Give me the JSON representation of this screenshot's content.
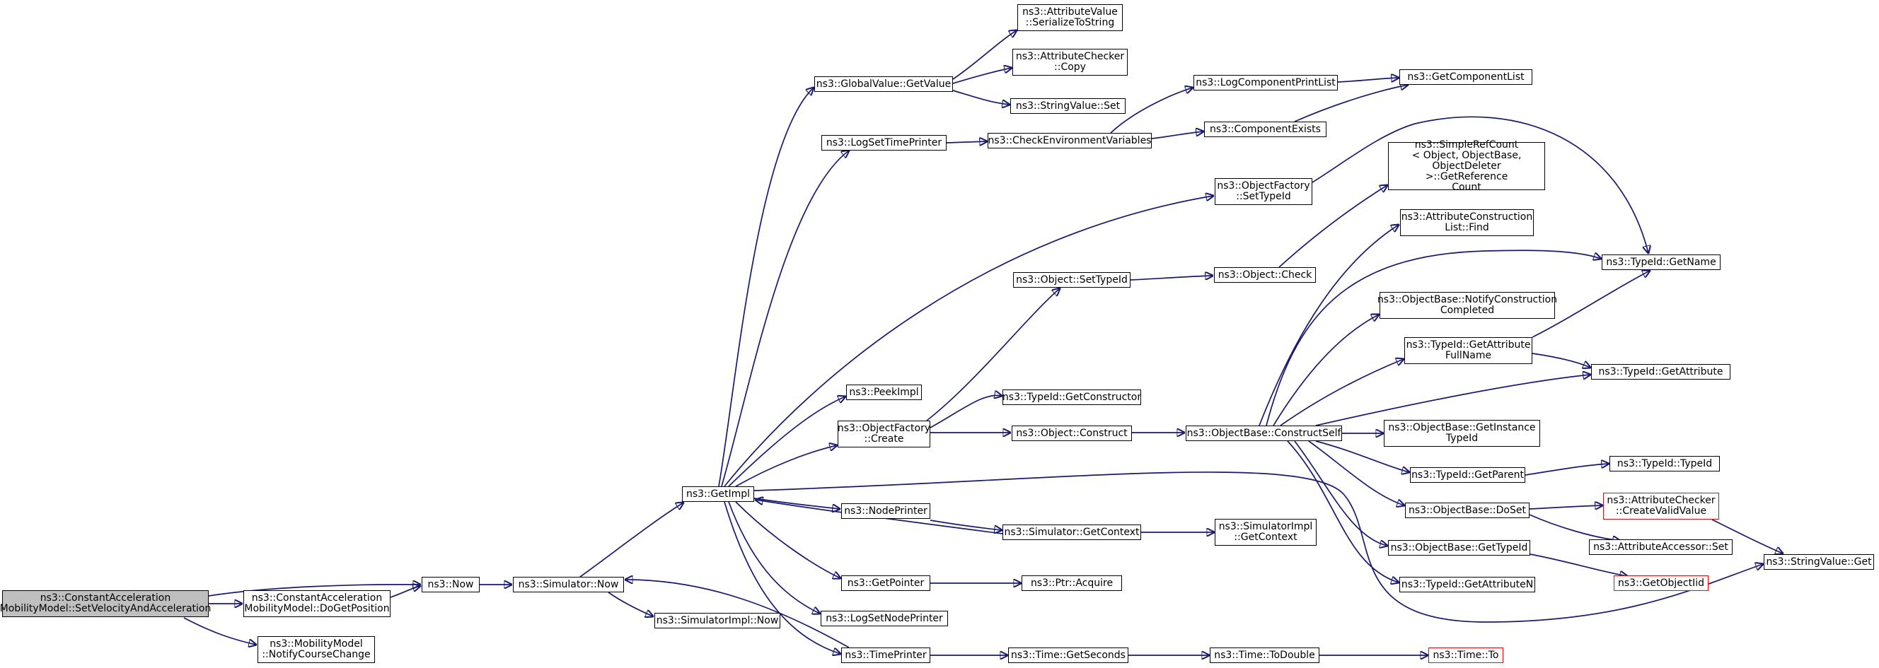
{
  "colors": {
    "edge": "#191970",
    "node_border": "#000000",
    "node_border_unresolved": "#ff0000",
    "root_fill": "#bfbfbf",
    "background": "#ffffff"
  },
  "nodes": {
    "root": "ns3::ConstantAcceleration\nMobilityModel::SetVelocityAndAcceleration",
    "do_get_position": "ns3::ConstantAcceleration\nMobilityModel::DoGetPosition",
    "notify_course_change": "ns3::MobilityModel\n::NotifyCourseChange",
    "now": "ns3::Now",
    "simulator_now": "ns3::Simulator::Now",
    "simulator_impl_now": "ns3::SimulatorImpl::Now",
    "get_impl": "ns3::GetImpl",
    "global_value_get_value": "ns3::GlobalValue::GetValue",
    "attribute_value_serialize": "ns3::AttributeValue\n::SerializeToString",
    "attribute_checker_copy": "ns3::AttributeChecker\n::Copy",
    "string_value_set": "ns3::StringValue::Set",
    "log_set_time_printer": "ns3::LogSetTimePrinter",
    "check_env_vars": "ns3::CheckEnvironmentVariables",
    "log_component_print_list": "ns3::LogComponentPrintList",
    "component_exists": "ns3::ComponentExists",
    "get_component_list": "ns3::GetComponentList",
    "object_factory_set_type_id": "ns3::ObjectFactory\n::SetTypeId",
    "simple_ref_count": "ns3::SimpleRefCount\n< Object, ObjectBase,\nObjectDeleter >::GetReference\nCount",
    "attribute_construction_list_find": "ns3::AttributeConstruction\nList::Find",
    "object_set_type_id": "ns3::Object::SetTypeId",
    "object_check": "ns3::Object::Check",
    "type_id_get_name": "ns3::TypeId::GetName",
    "notify_construction_completed": "ns3::ObjectBase::NotifyConstruction\nCompleted",
    "type_id_get_attribute_full_name": "ns3::TypeId::GetAttribute\nFullName",
    "type_id_get_attribute": "ns3::TypeId::GetAttribute",
    "peek_impl": "ns3::PeekImpl",
    "type_id_get_constructor": "ns3::TypeId::GetConstructor",
    "object_factory_create": "ns3::ObjectFactory\n::Create",
    "object_construct": "ns3::Object::Construct",
    "construct_self": "ns3::ObjectBase::ConstructSelf",
    "get_instance_type_id": "ns3::ObjectBase::GetInstance\nTypeId",
    "type_id_get_parent": "ns3::TypeId::GetParent",
    "type_id_type_id": "ns3::TypeId::TypeId",
    "node_printer": "ns3::NodePrinter",
    "object_base_do_set": "ns3::ObjectBase::DoSet",
    "create_valid_value": "ns3::AttributeChecker\n::CreateValidValue",
    "simulator_get_context": "ns3::Simulator::GetContext",
    "simulator_impl_get_context": "ns3::SimulatorImpl\n::GetContext",
    "attribute_accessor_set": "ns3::AttributeAccessor::Set",
    "object_base_get_type_id": "ns3::ObjectBase::GetTypeId",
    "string_value_get": "ns3::StringValue::Get",
    "get_pointer": "ns3::GetPointer",
    "ptr_acquire": "ns3::Ptr::Acquire",
    "type_id_get_attribute_n": "ns3::TypeId::GetAttributeN",
    "get_object_iid": "ns3::GetObjectIid",
    "log_set_node_printer": "ns3::LogSetNodePrinter",
    "time_printer": "ns3::TimePrinter",
    "time_get_seconds": "ns3::Time::GetSeconds",
    "time_to_double": "ns3::Time::ToDouble",
    "time_to": "ns3::Time::To"
  }
}
